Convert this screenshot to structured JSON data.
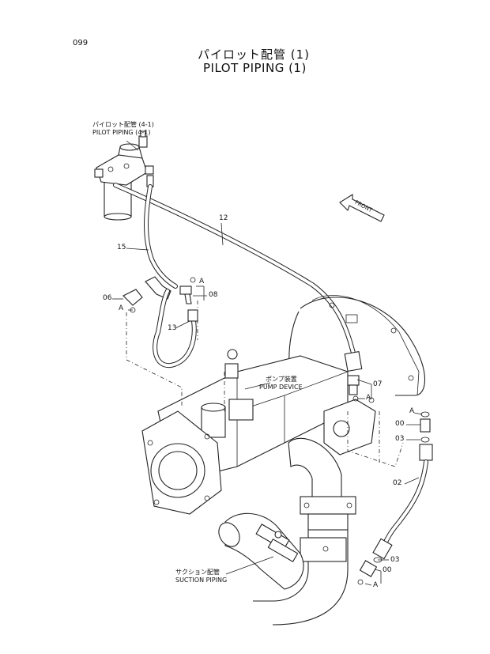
{
  "page_number": "099",
  "title": {
    "jp": "パイロット配管 (1)",
    "en": "PILOT PIPING (1)"
  },
  "callouts": {
    "pilot_piping_ref": {
      "jp": "パイロット配管 (4-1)",
      "en": "PILOT PIPING (4-1)"
    },
    "pump_device": {
      "jp": "ポンプ装置",
      "en": "PUMP DEVICE"
    },
    "suction_piping": {
      "jp": "サクション配管",
      "en": "SUCTION PIPING"
    },
    "front_arrow": "FRONT"
  },
  "part_numbers": [
    "12",
    "15",
    "06",
    "08",
    "13",
    "07",
    "00",
    "03",
    "02",
    "03",
    "00"
  ],
  "ref_mark": "A"
}
